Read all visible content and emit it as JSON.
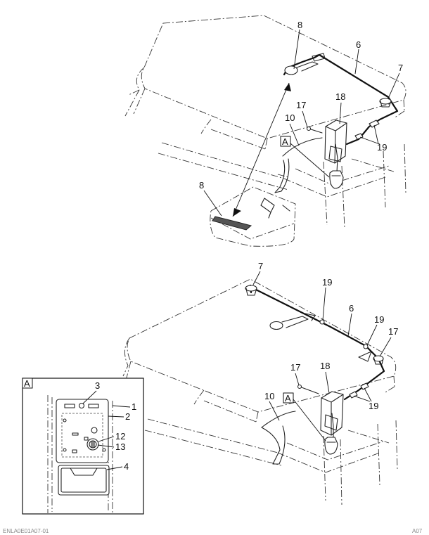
{
  "view_label": "A",
  "top_view": {
    "callouts": [
      "8",
      "6",
      "7",
      "18",
      "17",
      "10",
      "19",
      "8"
    ],
    "view_tag": "A"
  },
  "bottom_view": {
    "callouts": [
      "7",
      "19",
      "6",
      "19",
      "17",
      "17",
      "18",
      "10",
      "19"
    ],
    "view_tag": "A"
  },
  "detail_a": {
    "title": "A",
    "callouts": [
      "3",
      "1",
      "2",
      "12",
      "13",
      "4"
    ]
  },
  "footer": {
    "left_code": "ENLA0E01A07-01",
    "right_code": "A07"
  }
}
